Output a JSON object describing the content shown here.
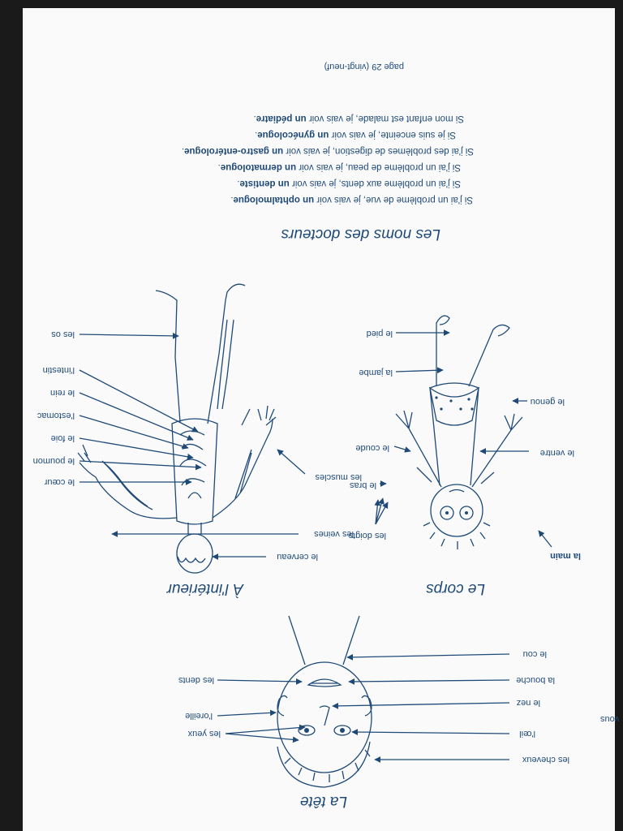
{
  "page": {
    "number_label": "page 29 (vingt-neuf)",
    "edge_fragment": "vous"
  },
  "section_head": {
    "title": "La tête",
    "labels": {
      "cheveux": "les cheveux",
      "yeux": "les yeux",
      "oeil": "l'œil",
      "oreille": "l'oreille",
      "nez": "le nez",
      "bouche": "la bouche",
      "dents": "les dents",
      "cou": "le cou"
    }
  },
  "section_body": {
    "title": "Le corps",
    "labels": {
      "main": "la main",
      "doigts": "les doigts",
      "bras": "le bras",
      "coude": "le coude",
      "ventre": "le ventre",
      "genou": "le genou",
      "jambe": "la jambe",
      "pied": "le pied"
    }
  },
  "section_inside": {
    "title": "À l'intérieur",
    "labels": {
      "cerveau": "le cerveau",
      "veines": "les veines",
      "muscles": "les muscles",
      "coeur": "le cœur",
      "poumon": "le poumon",
      "foie": "le foie",
      "estomac": "l'estomac",
      "rein": "le rein",
      "intestin": "l'intestin",
      "os": "les os"
    }
  },
  "section_doctors": {
    "title": "Les noms des docteurs",
    "sentences": [
      {
        "text": "Si j'ai un problème de vue, je vais voir ",
        "doctor": "un ophtalmologue",
        "end": "."
      },
      {
        "text": "Si j'ai un problème aux dents, je vais voir ",
        "doctor": "un dentiste",
        "end": "."
      },
      {
        "text": "Si j'ai un problème de peau, je vais voir ",
        "doctor": "un dermatologue",
        "end": "."
      },
      {
        "text": "Si j'ai des problèmes de digestion, je vais voir ",
        "doctor": "un gastro-entérologue",
        "end": "."
      },
      {
        "text": "Si je suis enceinte, je vais voir ",
        "doctor": "un gynécologue",
        "end": "."
      },
      {
        "text": "Si mon enfant est malade, je vais voir ",
        "doctor": "un pédiatre",
        "end": "."
      }
    ]
  },
  "colors": {
    "ink": "#1f4a78",
    "paper": "#fafafa",
    "background": "#1a1a1a"
  }
}
